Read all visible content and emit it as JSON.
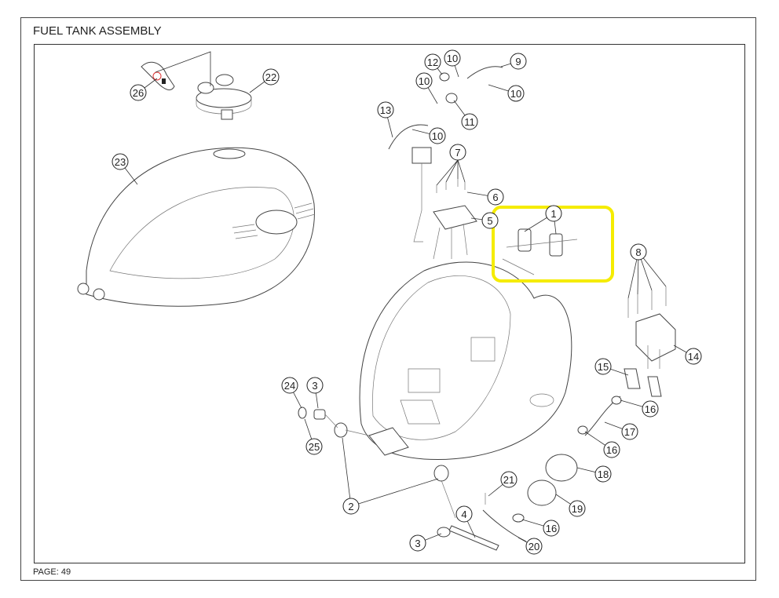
{
  "header": {
    "title": "FUEL TANK ASSEMBLY"
  },
  "footer": {
    "page": "PAGE: 49"
  },
  "highlight_color": "#f5ec00",
  "callouts": [
    "26",
    "22",
    "23",
    "12",
    "10",
    "9",
    "10",
    "10",
    "11",
    "13",
    "10",
    "7",
    "6",
    "5",
    "1",
    "8",
    "14",
    "15",
    "16",
    "17",
    "16",
    "18",
    "19",
    "16",
    "21",
    "4",
    "20",
    "3",
    "2",
    "24",
    "3",
    "25"
  ]
}
